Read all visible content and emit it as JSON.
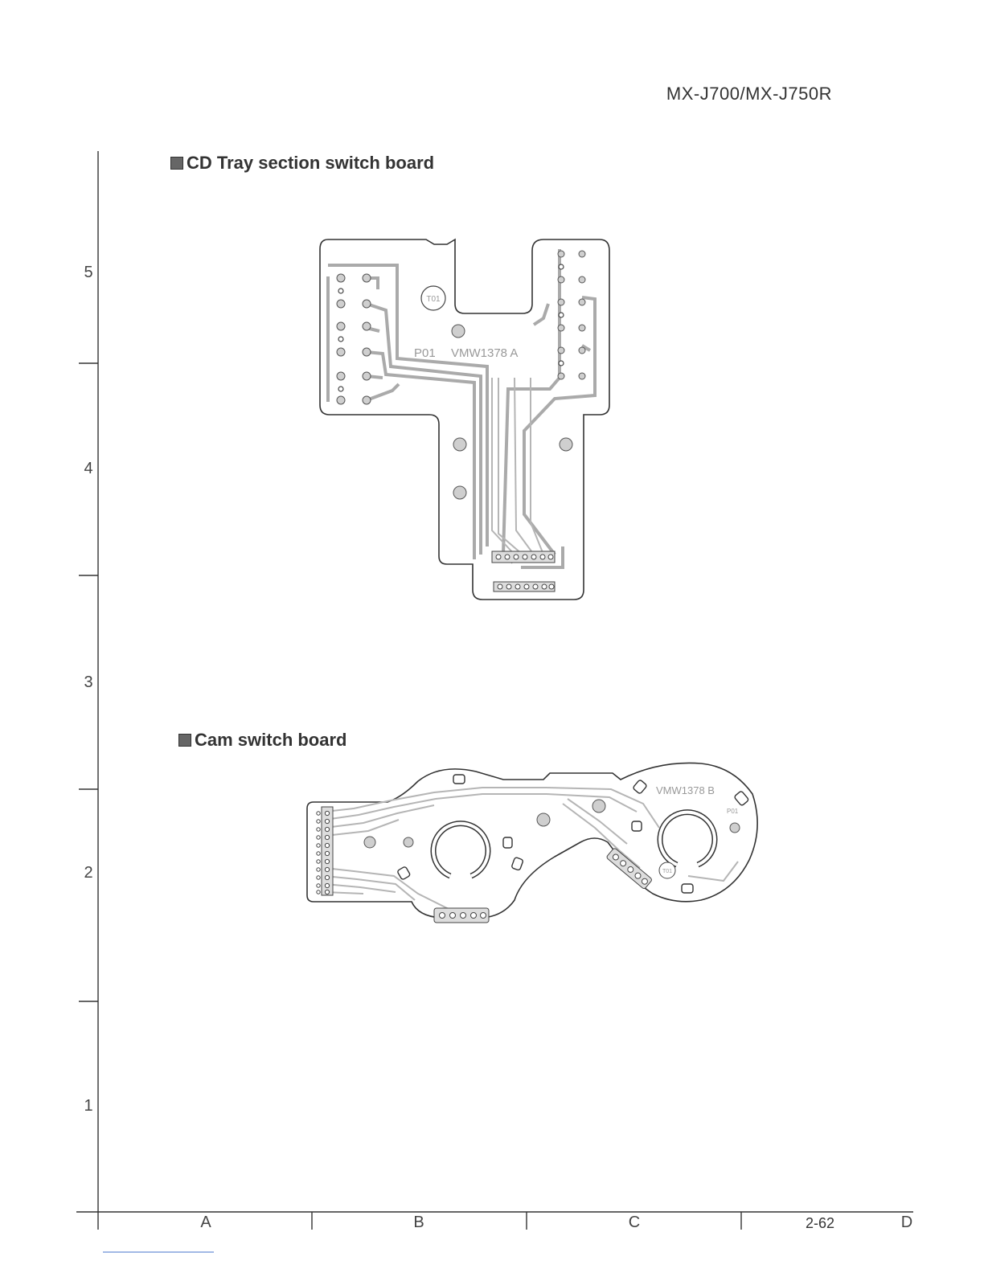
{
  "header": {
    "model": "MX-J700/MX-J750R"
  },
  "sections": {
    "cd_tray": {
      "title": "CD Tray section switch board",
      "board_code": "VMW1378 A",
      "pattern_label": "P01",
      "test_label": "T01"
    },
    "cam": {
      "title": "Cam switch board",
      "board_code": "VMW1378 B",
      "pattern_label": "P01",
      "test_label": "T01"
    }
  },
  "grid": {
    "rows": [
      "5",
      "4",
      "3",
      "2",
      "1"
    ],
    "columns": [
      "A",
      "B",
      "C",
      "D"
    ]
  },
  "footer": {
    "page_number": "2-62"
  },
  "colors": {
    "ink": "#333333",
    "trace": "#aaaaaa",
    "pad": "#cfcfcf"
  }
}
